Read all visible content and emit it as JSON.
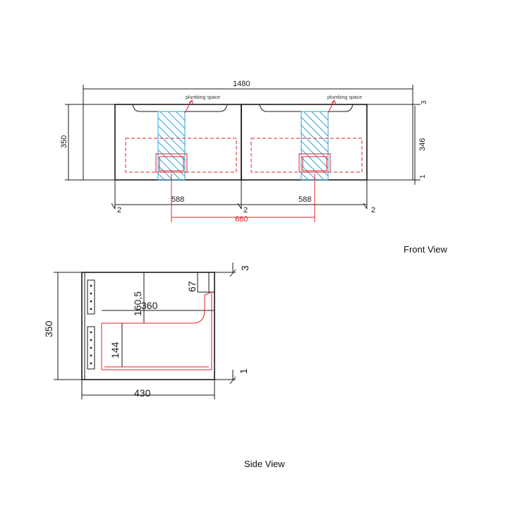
{
  "front_view": {
    "label": "Front View",
    "plumbing_label_left": "plumbing space",
    "plumbing_label_right": "plumbing space",
    "dim_total_width": "1480",
    "dim_height": "350",
    "dim_inner_height": "346",
    "dim_top_gap": "3",
    "dim_bottom_gap": "1",
    "dim_left_unit_width": "588",
    "dim_right_unit_width": "588",
    "dim_plumbing_spacing": "660",
    "dim_left_offset": "2",
    "dim_mid_offset": "2",
    "dim_right_offset": "2"
  },
  "side_view": {
    "label": "Side View",
    "dim_height": "350",
    "dim_depth": "430",
    "dim_drawer_depth": "360",
    "dim_upper": "160,5",
    "dim_drawer_height": "144",
    "dim_notch": "67",
    "dim_top_gap": "3",
    "dim_bottom_gap": "1"
  },
  "colors": {
    "line": "#1a1a1a",
    "red": "#e0202a",
    "hatch": "#2ea0d8"
  }
}
